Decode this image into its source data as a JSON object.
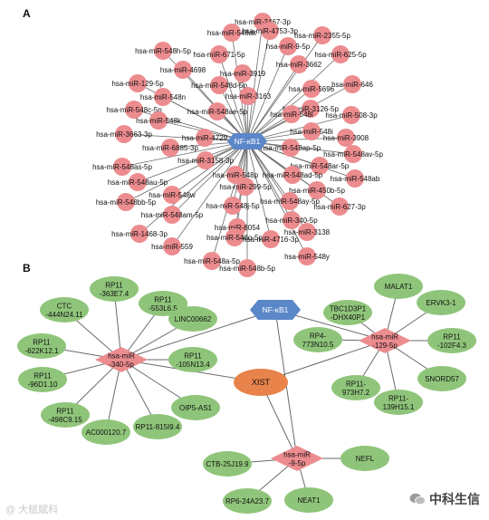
{
  "panels": {
    "a": {
      "label": "A"
    },
    "b": {
      "label": "B"
    }
  },
  "colors": {
    "hub": "#5b87c9",
    "mirna": "#ec8c8f",
    "lncrna": "#8fc57a",
    "xist": "#e8834b",
    "edge": "#6a6a6a"
  },
  "network_a": {
    "hub": "NF-κB1",
    "mirnas": [
      {
        "label": "hsa-miR-2467-3p"
      },
      {
        "label": "hsa-miR-4753-3p"
      },
      {
        "label": "hsa-miR-2355-5p"
      },
      {
        "label": "hsa-miR-548ak"
      },
      {
        "label": "hsa-miR-9-5p"
      },
      {
        "label": "hsa-miR-625-5p"
      },
      {
        "label": "hsa-miR-548h-5p"
      },
      {
        "label": "hsa-miR-671-5p"
      },
      {
        "label": "hsa-miR-3662"
      },
      {
        "label": "hsa-miR-4698"
      },
      {
        "label": "hsa-miR-3919"
      },
      {
        "label": "hsa-miR-129-5p"
      },
      {
        "label": "hsa-miR-548d-5p"
      },
      {
        "label": "hsa-miR-5696"
      },
      {
        "label": "hsa-miR-646"
      },
      {
        "label": "hsa-miR-548n"
      },
      {
        "label": "hsa-miR-3163"
      },
      {
        "label": "hsa-miR-3126-5p"
      },
      {
        "label": "hsa-miR-548c-5p"
      },
      {
        "label": "hsa-miR-548ae-5p"
      },
      {
        "label": "hsa-miR-548l"
      },
      {
        "label": "hsa-miR-508-3p"
      },
      {
        "label": "hsa-miR-548k"
      },
      {
        "label": "hsa-miR-3663-3p"
      },
      {
        "label": "hsa-miR-4729"
      },
      {
        "label": "hsa-miR-548i"
      },
      {
        "label": "hsa-miR-3908"
      },
      {
        "label": "hsa-miR-6885-3p"
      },
      {
        "label": "hsa-miR-548ap-5p"
      },
      {
        "label": "hsa-miR-548av-5p"
      },
      {
        "label": "hsa-miR-3158-3p"
      },
      {
        "label": "hsa-miR-548as-5p"
      },
      {
        "label": "hsa-miR-548ar-5p"
      },
      {
        "label": "hsa-miR-548p"
      },
      {
        "label": "hsa-miR-548ad-5p"
      },
      {
        "label": "hsa-miR-548au-5p"
      },
      {
        "label": "hsa-miR-548ab"
      },
      {
        "label": "hsa-miR-299-5p"
      },
      {
        "label": "hsa-miR-450b-5p"
      },
      {
        "label": "hsa-miR-548w"
      },
      {
        "label": "hsa-miR-548j-5p"
      },
      {
        "label": "hsa-miR-548ay-5p"
      },
      {
        "label": "hsa-miR-548bb-5p"
      },
      {
        "label": "hsa-miR-627-3p"
      },
      {
        "label": "hsa-miR-548am-5p"
      },
      {
        "label": "hsa-miR-340-5p"
      },
      {
        "label": "hsa-miR-8054"
      },
      {
        "label": "hsa-miR-1468-3p"
      },
      {
        "label": "hsa-miR-548o-5p"
      },
      {
        "label": "hsa-miR-3138"
      },
      {
        "label": "hsa-miR-4716-3p"
      },
      {
        "label": "hsa-miR-559"
      },
      {
        "label": "hsa-miR-548y"
      },
      {
        "label": "hsa-miR-548a-5p"
      },
      {
        "label": "hsa-miR-548b-5p"
      }
    ]
  },
  "network_b": {
    "nodes": [
      {
        "id": "nfkb",
        "kind": "hub",
        "lines": [
          "NF-κB1"
        ]
      },
      {
        "id": "m340",
        "kind": "mirna",
        "lines": [
          "hsa-miR",
          "-340-5p"
        ]
      },
      {
        "id": "m129",
        "kind": "mirna",
        "lines": [
          "hsa-miR",
          "-129-5p"
        ]
      },
      {
        "id": "m9",
        "kind": "mirna",
        "lines": [
          "hsa-miR",
          "-9-5p"
        ]
      },
      {
        "id": "xist",
        "kind": "xist",
        "lines": [
          "XIST"
        ]
      },
      {
        "id": "rp363",
        "kind": "lncrna",
        "lines": [
          "RP11",
          "-363E7.4"
        ]
      },
      {
        "id": "rp553",
        "kind": "lncrna",
        "lines": [
          "RP11",
          "-553L6.5"
        ]
      },
      {
        "id": "ctc",
        "kind": "lncrna",
        "lines": [
          "CTC",
          "-444N24.11"
        ]
      },
      {
        "id": "linc662",
        "kind": "lncrna",
        "lines": [
          "LINC00662"
        ]
      },
      {
        "id": "rp622",
        "kind": "lncrna",
        "lines": [
          "RP11",
          "-622K12.1"
        ]
      },
      {
        "id": "rp105",
        "kind": "lncrna",
        "lines": [
          "RP11",
          "-105N13.4"
        ]
      },
      {
        "id": "rp96",
        "kind": "lncrna",
        "lines": [
          "RP11",
          "-96D1.10"
        ]
      },
      {
        "id": "oip5",
        "kind": "lncrna",
        "lines": [
          "OIP5-AS1"
        ]
      },
      {
        "id": "rp498",
        "kind": "lncrna",
        "lines": [
          "RP11",
          "-498C9.15"
        ]
      },
      {
        "id": "rp815",
        "kind": "lncrna",
        "lines": [
          "RP11-815I9.4"
        ]
      },
      {
        "id": "ac0001",
        "kind": "lncrna",
        "lines": [
          "AC000120.7"
        ]
      },
      {
        "id": "tbc1",
        "kind": "lncrna",
        "lines": [
          "TBC1D3P1",
          "-DHX40P1"
        ]
      },
      {
        "id": "malat1",
        "kind": "lncrna",
        "lines": [
          "MALAT1"
        ]
      },
      {
        "id": "ervk",
        "kind": "lncrna",
        "lines": [
          "ERVK3-1"
        ]
      },
      {
        "id": "rp4",
        "kind": "lncrna",
        "lines": [
          "RP4-",
          "773N10.5"
        ]
      },
      {
        "id": "rp102",
        "kind": "lncrna",
        "lines": [
          "RP11",
          "-102F4.3"
        ]
      },
      {
        "id": "rp973",
        "kind": "lncrna",
        "lines": [
          "RP11-",
          "973H7.2"
        ]
      },
      {
        "id": "snord",
        "kind": "lncrna",
        "lines": [
          "SNORD57"
        ]
      },
      {
        "id": "rp139",
        "kind": "lncrna",
        "lines": [
          "RP11-",
          "139H15.1"
        ]
      },
      {
        "id": "ctb",
        "kind": "lncrna",
        "lines": [
          "CTB-25J19.9"
        ]
      },
      {
        "id": "nefl",
        "kind": "lncrna",
        "lines": [
          "NEFL"
        ]
      },
      {
        "id": "rp6",
        "kind": "lncrna",
        "lines": [
          "RP6-24A23.7"
        ]
      },
      {
        "id": "neat1",
        "kind": "lncrna",
        "lines": [
          "NEAT1"
        ]
      }
    ],
    "edges": [
      [
        "nfkb",
        "m340"
      ],
      [
        "nfkb",
        "m129"
      ],
      [
        "nfkb",
        "m9"
      ],
      [
        "xist",
        "m340"
      ],
      [
        "xist",
        "m129"
      ],
      [
        "xist",
        "m9"
      ],
      [
        "m340",
        "rp363"
      ],
      [
        "m340",
        "rp553"
      ],
      [
        "m340",
        "ctc"
      ],
      [
        "m340",
        "linc662"
      ],
      [
        "m340",
        "rp622"
      ],
      [
        "m340",
        "rp105"
      ],
      [
        "m340",
        "rp96"
      ],
      [
        "m340",
        "oip5"
      ],
      [
        "m340",
        "rp498"
      ],
      [
        "m340",
        "rp815"
      ],
      [
        "m340",
        "ac0001"
      ],
      [
        "m129",
        "tbc1"
      ],
      [
        "m129",
        "malat1"
      ],
      [
        "m129",
        "ervk"
      ],
      [
        "m129",
        "rp4"
      ],
      [
        "m129",
        "rp102"
      ],
      [
        "m129",
        "rp973"
      ],
      [
        "m129",
        "snord"
      ],
      [
        "m129",
        "rp139"
      ],
      [
        "m9",
        "ctb"
      ],
      [
        "m9",
        "nefl"
      ],
      [
        "m9",
        "rp6"
      ],
      [
        "m9",
        "neat1"
      ]
    ]
  },
  "watermarks": {
    "left": "@ 大赋赋科",
    "right": "中科生信"
  }
}
